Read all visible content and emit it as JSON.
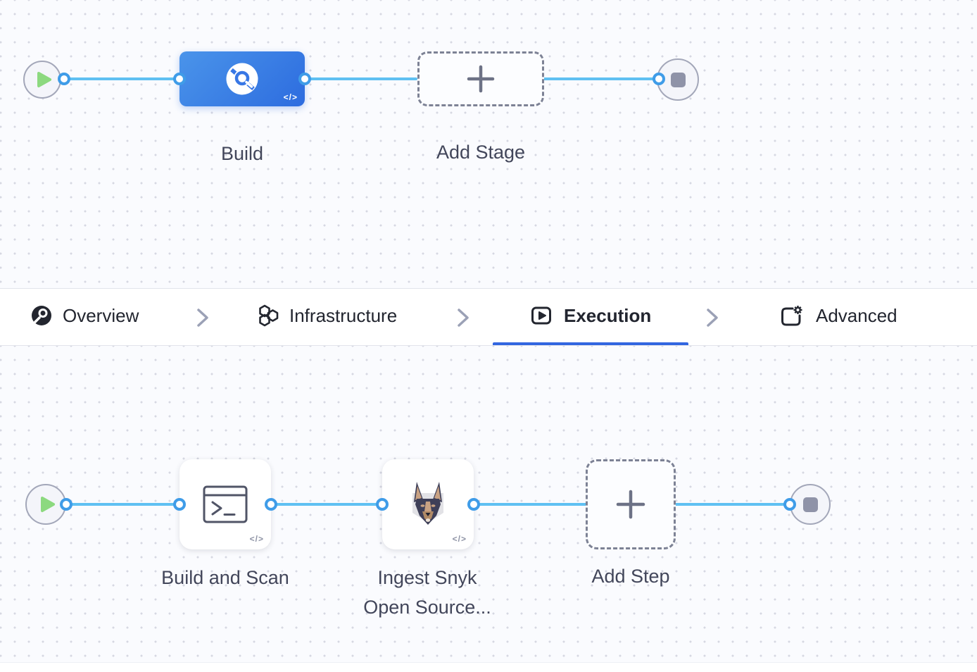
{
  "stage_flow": {
    "stage_label": "Build",
    "stage_code_badge": "</>",
    "add_stage_label": "Add Stage"
  },
  "tab_bar": {
    "tabs": [
      {
        "label": "Overview",
        "icon": "ci-overview-icon",
        "active": false
      },
      {
        "label": "Infrastructure",
        "icon": "infrastructure-icon",
        "active": false
      },
      {
        "label": "Execution",
        "icon": "execution-icon",
        "active": true
      },
      {
        "label": "Advanced",
        "icon": "advanced-icon",
        "active": false
      }
    ]
  },
  "step_flow": {
    "step1_label": "Build and Scan",
    "step1_code_badge": "</>",
    "step2_label_line1": "Ingest Snyk",
    "step2_label_line2": "Open Source...",
    "step2_code_badge": "</>",
    "add_step_label": "Add Step"
  },
  "colors": {
    "connector": "#5fc0f2",
    "port_ring": "#3f9ce8",
    "stage_gradient_start": "#4a94ea",
    "stage_gradient_end": "#2d6cdf",
    "active_tab_underline": "#3266e0",
    "play_green": "#8cd97f",
    "stop_square": "#8f93a8",
    "canvas_background": "#fafbfe",
    "canvas_dot": "#d6d8e2"
  }
}
